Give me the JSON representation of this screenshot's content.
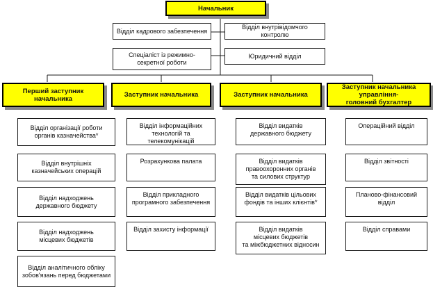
{
  "colors": {
    "head_fill": "#ffff00",
    "line": "#1a1a1a",
    "shadow": "#8a8a8a"
  },
  "head": "Начальник",
  "staff_left": [
    "Відділ кадрового забезпечення",
    "Спеціаліст із режимно-\nсекретної роботи"
  ],
  "staff_right": [
    "Відділ внутрівідомчого контролю",
    "Юридичний відділ"
  ],
  "deputies": [
    "Перший заступник начальника",
    "Заступник начальника",
    "Заступник начальника",
    "Заступник начальника управління-\nголовний бухгалтер"
  ],
  "col1": [
    "Відділ організації роботи\nорганів казначейства*",
    "Відділ внутрішніх\nказначейських операцій",
    "Відділ надходжень\nдержавного бюджету",
    "Відділ надходжень\nмісцевих бюджетів",
    "Відділ аналітичного обліку\nзобов'язань перед бюджетами"
  ],
  "col2": [
    "Відділ інформаційних\nтехнологій та телекомунікацій",
    "Розрахункова палата",
    "Відділ прикладного\nпрограмного забезпечення",
    "Відділ захисту інформації"
  ],
  "col3": [
    "Відділ видатків\nдержавного бюджету",
    "Відділ видатків\nправоохоронних органів\nта силових структур",
    "Відділ видатків цільових\nфондів та інших клієнтів*",
    "Відділ видатків\nмісцевих бюджетів\nта міжбюджетних відносин"
  ],
  "col4": [
    "Операційний відділ",
    "Відділ звітності",
    "Планово-фінансовий відділ",
    "Відділ справами"
  ]
}
